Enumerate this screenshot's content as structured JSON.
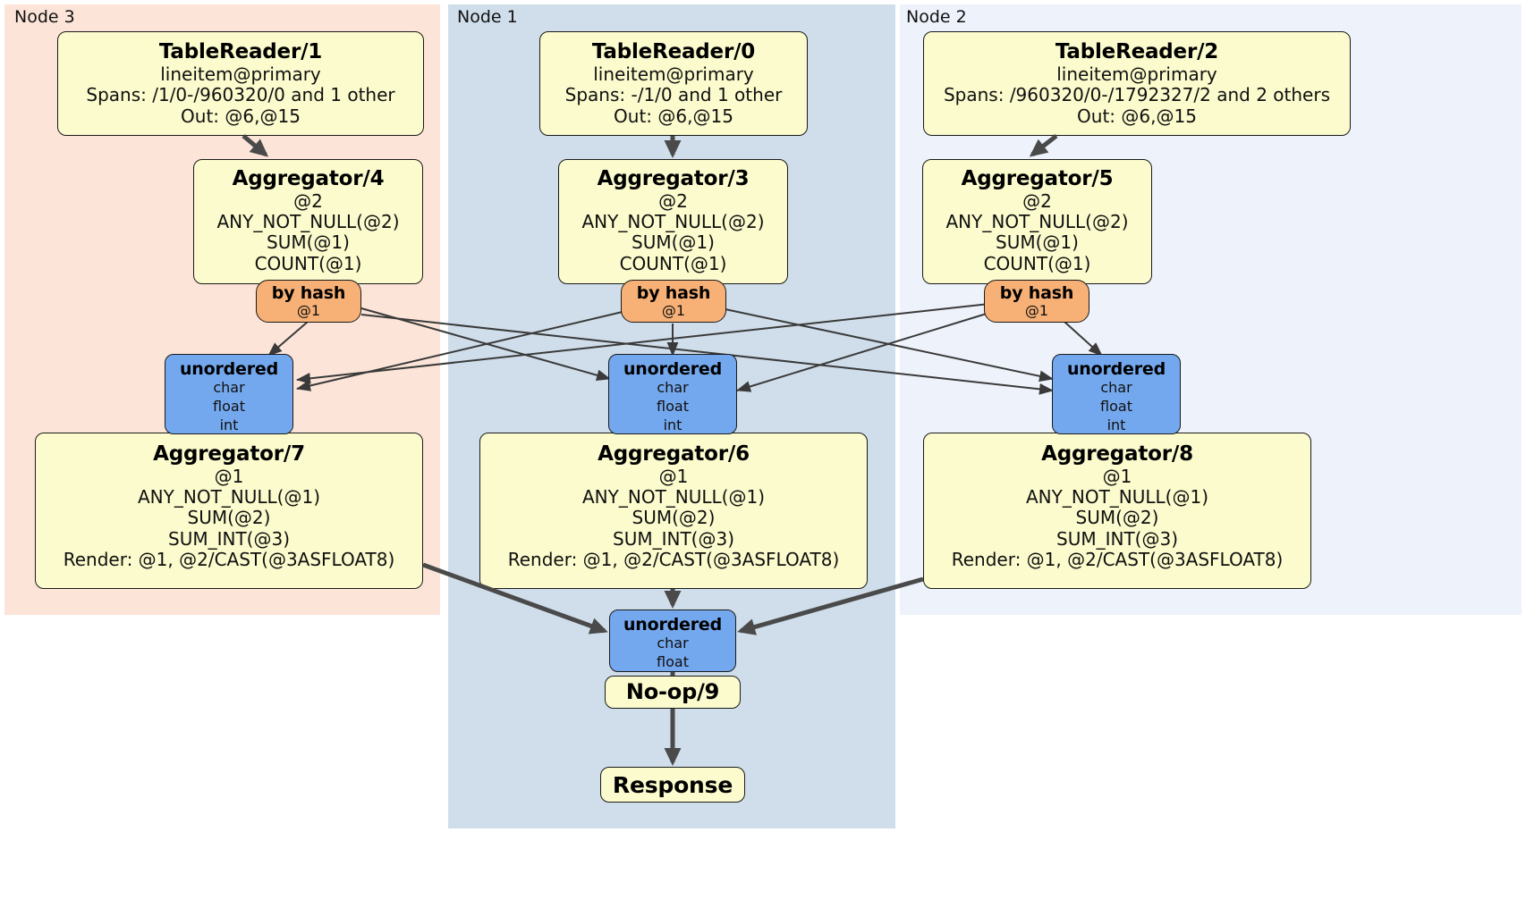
{
  "diagram": {
    "title": "Distributed SQL query plan",
    "colors": {
      "processor_fill": "#fbfbcd",
      "router_fill": "#f7b176",
      "receiver_fill": "#74a8ee",
      "node3_panel": "#fce5d8",
      "node1_panel": "#cfdeea",
      "node2_panel": "#eef2fb",
      "edge": "#3a3a3a",
      "border": "#1a1a1a"
    }
  },
  "partitions": [
    {
      "id": "node3",
      "label": "Node 3"
    },
    {
      "id": "node1",
      "label": "Node 1"
    },
    {
      "id": "node2",
      "label": "Node 2"
    }
  ],
  "processors": {
    "table_reader_1": {
      "title": "TableReader/1",
      "line1": "lineitem@primary",
      "line2": "Spans: /1/0-/960320/0 and 1 other",
      "line3": "Out: @6,@15"
    },
    "table_reader_0": {
      "title": "TableReader/0",
      "line1": "lineitem@primary",
      "line2": "Spans: -/1/0 and 1 other",
      "line3": "Out: @6,@15"
    },
    "table_reader_2": {
      "title": "TableReader/2",
      "line1": "lineitem@primary",
      "line2": "Spans: /960320/0-/1792327/2 and 2 others",
      "line3": "Out: @6,@15"
    },
    "aggregator_4": {
      "title": "Aggregator/4",
      "line1": "@2",
      "line2": "ANY_NOT_NULL(@2)",
      "line3": "SUM(@1)",
      "line4": "COUNT(@1)"
    },
    "aggregator_3": {
      "title": "Aggregator/3",
      "line1": "@2",
      "line2": "ANY_NOT_NULL(@2)",
      "line3": "SUM(@1)",
      "line4": "COUNT(@1)"
    },
    "aggregator_5": {
      "title": "Aggregator/5",
      "line1": "@2",
      "line2": "ANY_NOT_NULL(@2)",
      "line3": "SUM(@1)",
      "line4": "COUNT(@1)"
    },
    "aggregator_7": {
      "title": "Aggregator/7",
      "line1": "@1",
      "line2": "ANY_NOT_NULL(@1)",
      "line3": "SUM(@2)",
      "line4": "SUM_INT(@3)",
      "line5": "Render: @1, @2/CAST(@3ASFLOAT8)"
    },
    "aggregator_6": {
      "title": "Aggregator/6",
      "line1": "@1",
      "line2": "ANY_NOT_NULL(@1)",
      "line3": "SUM(@2)",
      "line4": "SUM_INT(@3)",
      "line5": "Render: @1, @2/CAST(@3ASFLOAT8)"
    },
    "aggregator_8": {
      "title": "Aggregator/8",
      "line1": "@1",
      "line2": "ANY_NOT_NULL(@1)",
      "line3": "SUM(@2)",
      "line4": "SUM_INT(@3)",
      "line5": "Render: @1, @2/CAST(@3ASFLOAT8)"
    },
    "no_op_9": {
      "title": "No-op/9"
    },
    "response": {
      "title": "Response"
    }
  },
  "routers": {
    "by_hash_node3": {
      "title": "by hash",
      "line1": "@1"
    },
    "by_hash_node1": {
      "title": "by hash",
      "line1": "@1"
    },
    "by_hash_node2": {
      "title": "by hash",
      "line1": "@1"
    }
  },
  "receivers": {
    "unordered_node3": {
      "title": "unordered",
      "line1": "char",
      "line2": "float",
      "line3": "int"
    },
    "unordered_node1": {
      "title": "unordered",
      "line1": "char",
      "line2": "float",
      "line3": "int"
    },
    "unordered_node2": {
      "title": "unordered",
      "line1": "char",
      "line2": "float",
      "line3": "int"
    },
    "unordered_final": {
      "title": "unordered",
      "line1": "char",
      "line2": "float"
    }
  }
}
